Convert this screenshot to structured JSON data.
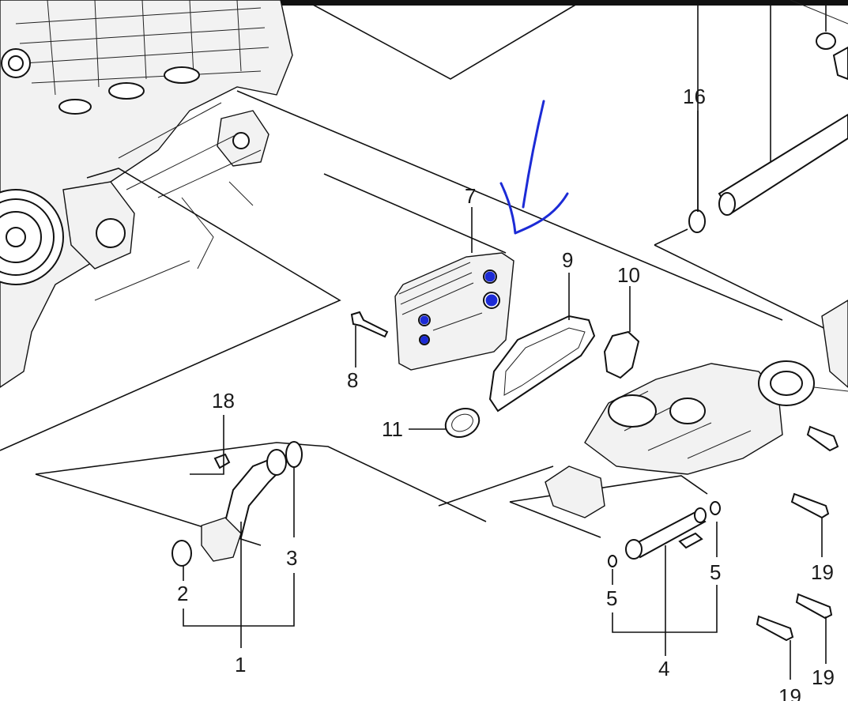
{
  "diagram": {
    "callouts": {
      "c1": "1",
      "c2": "2",
      "c3": "3",
      "c4": "4",
      "c5a": "5",
      "c5b": "5",
      "c7": "7",
      "c8": "8",
      "c9": "9",
      "c10": "10",
      "c11": "11",
      "c16": "16",
      "c18": "18",
      "c19a": "19",
      "c19b": "19",
      "c19c": "19"
    },
    "annotation": {
      "ink_color": "#1c2bd6",
      "mark": "arrow"
    }
  }
}
